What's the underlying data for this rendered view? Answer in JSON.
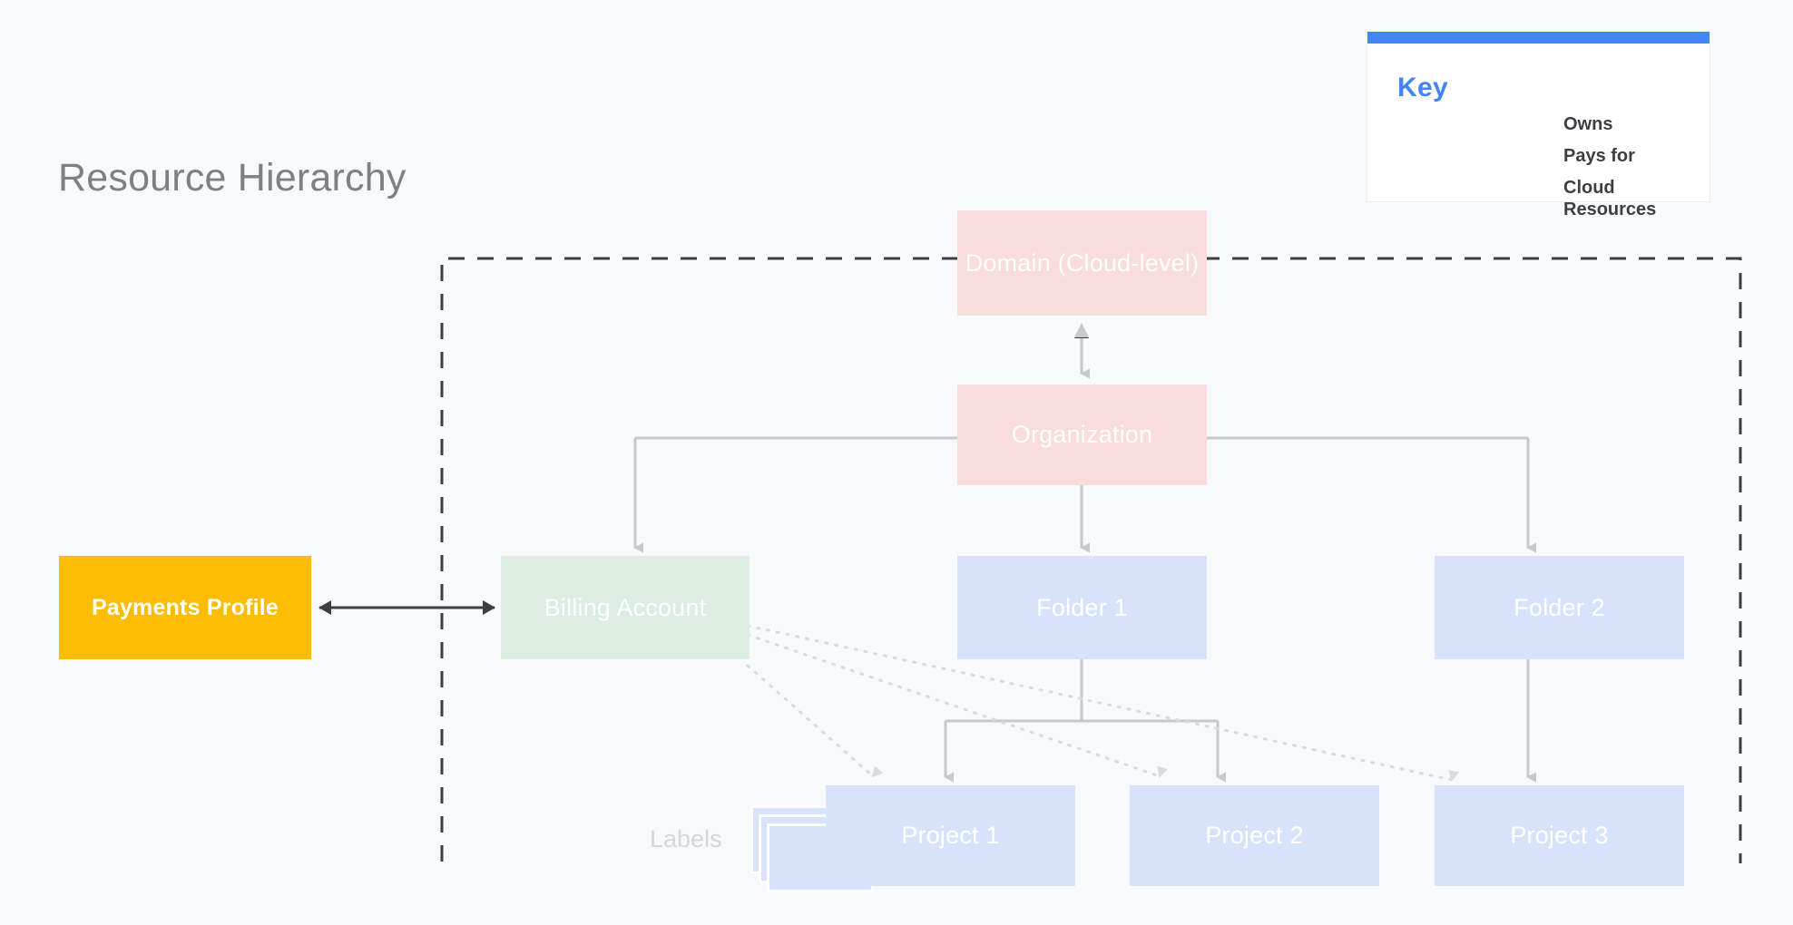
{
  "page": {
    "title": "Resource Hierarchy",
    "background_color": "#F7F9FA"
  },
  "colors": {
    "pink": "#F9DCDC",
    "blue": "#D7E3FB",
    "green": "#DCEDE2",
    "amber": "#FBBC04",
    "accent_blue": "#4285F4",
    "connector_gray": "#C6CACD",
    "dark_line": "#3C4043",
    "title_gray": "#7D8184",
    "label_gray": "#D4D7DA"
  },
  "key": {
    "title": "Key",
    "items": [
      {
        "style": "solid",
        "label": "Owns"
      },
      {
        "style": "dotted",
        "label": "Pays for"
      },
      {
        "style": "dashed",
        "label": "Cloud Resources"
      }
    ]
  },
  "nodes": {
    "domain": {
      "label": "Domain (Cloud-level)",
      "color": "pink"
    },
    "organization": {
      "label": "Organization",
      "color": "pink"
    },
    "billing_account": {
      "label": "Billing Account",
      "color": "green"
    },
    "folder_1": {
      "label": "Folder 1",
      "color": "blue"
    },
    "folder_2": {
      "label": "Folder 2",
      "color": "blue"
    },
    "project_1": {
      "label": "Project 1",
      "color": "blue"
    },
    "project_2": {
      "label": "Project 2",
      "color": "blue"
    },
    "project_3": {
      "label": "Project 3",
      "color": "blue"
    },
    "payments_profile": {
      "label": "Payments Profile",
      "color": "amber"
    },
    "labels": {
      "label": "Labels"
    }
  },
  "boundary": {
    "name": "Cloud Resources",
    "style": "dashed"
  },
  "relationships": [
    {
      "from": "domain",
      "to": "organization",
      "type": "owns",
      "bidirectional": true
    },
    {
      "from": "organization",
      "to": "billing_account",
      "type": "owns"
    },
    {
      "from": "organization",
      "to": "folder_1",
      "type": "owns"
    },
    {
      "from": "organization",
      "to": "folder_2",
      "type": "owns"
    },
    {
      "from": "folder_1",
      "to": "project_1",
      "type": "owns"
    },
    {
      "from": "folder_1",
      "to": "project_2",
      "type": "owns"
    },
    {
      "from": "folder_2",
      "to": "project_3",
      "type": "owns"
    },
    {
      "from": "billing_account",
      "to": "project_1",
      "type": "pays for"
    },
    {
      "from": "billing_account",
      "to": "project_2",
      "type": "pays for"
    },
    {
      "from": "billing_account",
      "to": "project_3",
      "type": "pays for"
    },
    {
      "from": "payments_profile",
      "to": "billing_account",
      "type": "owns",
      "bidirectional": true
    }
  ]
}
